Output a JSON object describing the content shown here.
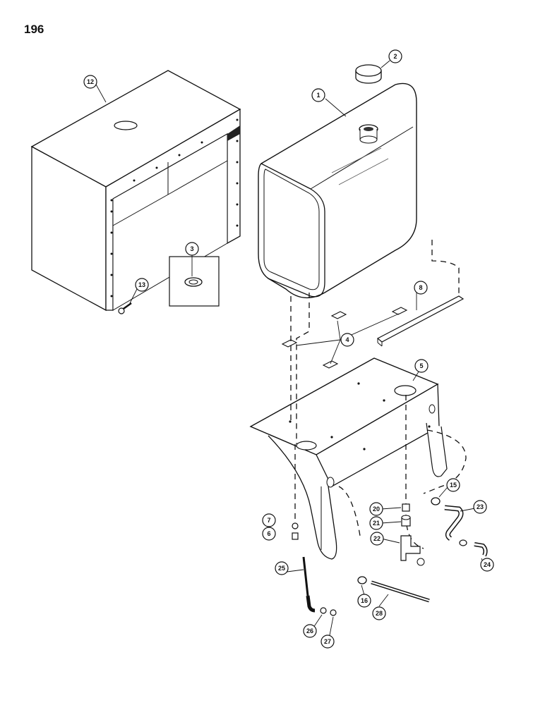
{
  "page": {
    "number": "196"
  },
  "callouts": [
    {
      "label": "1"
    },
    {
      "label": "2"
    },
    {
      "label": "3"
    },
    {
      "label": "4"
    },
    {
      "label": "5"
    },
    {
      "label": "6"
    },
    {
      "label": "7"
    },
    {
      "label": "8"
    },
    {
      "label": "12"
    },
    {
      "label": "13"
    },
    {
      "label": "15"
    },
    {
      "label": "16"
    },
    {
      "label": "20"
    },
    {
      "label": "21"
    },
    {
      "label": "22"
    },
    {
      "label": "23"
    },
    {
      "label": "24"
    },
    {
      "label": "25"
    },
    {
      "label": "26"
    },
    {
      "label": "27"
    },
    {
      "label": "28"
    }
  ]
}
